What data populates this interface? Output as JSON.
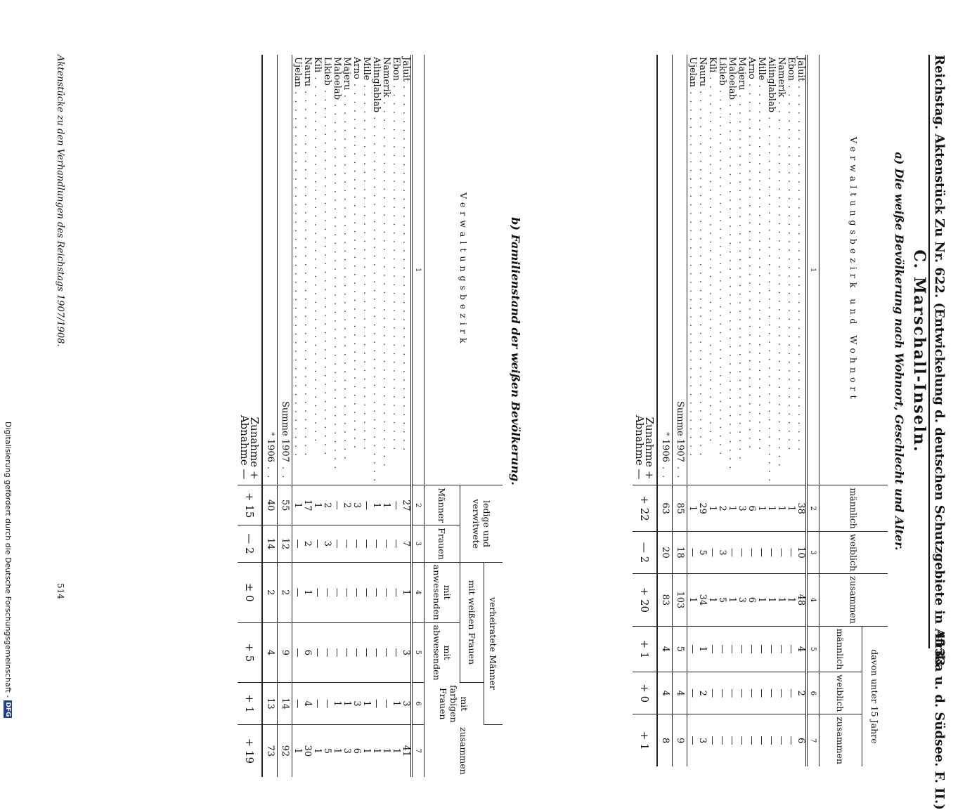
{
  "header": {
    "left": "Reichstag. Aktenstück Zu Nr. 622. (Entwickelung d. deutschen Schutzgebiete in Afrika u. d. Südsee. F. II.)",
    "page": "4133"
  },
  "title": "C. Marschall-Inseln.",
  "section_a": {
    "subtitle": "a) Die weiße Bevölkerung nach Wohnort, Geschlecht und Alter.",
    "headers": {
      "region": "Verwaltungsbezirk und Wohnort",
      "male": "männlich",
      "female": "weiblich",
      "total": "zusammen",
      "under15": "davon unter 15 Jahre",
      "u_male": "männlich",
      "u_female": "weiblich",
      "u_total": "zusammen",
      "nums": [
        "1",
        "2",
        "3",
        "4",
        "5",
        "6",
        "7"
      ]
    },
    "rows": [
      {
        "name": "Jaluit",
        "c": [
          "38",
          "10",
          "48",
          "4",
          "2",
          "6"
        ]
      },
      {
        "name": "Ebon",
        "c": [
          "1",
          "—",
          "1",
          "—",
          "—",
          "—"
        ]
      },
      {
        "name": "Namerik",
        "c": [
          "1",
          "—",
          "1",
          "—",
          "—",
          "—"
        ]
      },
      {
        "name": "Ailinglablab",
        "c": [
          "1",
          "—",
          "1",
          "—",
          "—",
          "—"
        ]
      },
      {
        "name": "Mille",
        "c": [
          "1",
          "—",
          "1",
          "—",
          "—",
          "—"
        ]
      },
      {
        "name": "Arno",
        "c": [
          "6",
          "—",
          "6",
          "—",
          "—",
          "—"
        ]
      },
      {
        "name": "Majeru",
        "c": [
          "3",
          "—",
          "3",
          "—",
          "—",
          "—"
        ]
      },
      {
        "name": "Maloelab",
        "c": [
          "1",
          "—",
          "1",
          "—",
          "—",
          "—"
        ]
      },
      {
        "name": "Likieb",
        "c": [
          "2",
          "3",
          "5",
          "—",
          "—",
          "—"
        ]
      },
      {
        "name": "Kili",
        "c": [
          "1",
          "—",
          "1",
          "—",
          "—",
          "—"
        ]
      },
      {
        "name": "Nauru",
        "c": [
          "29",
          "5",
          "34",
          "1",
          "2",
          "3"
        ]
      },
      {
        "name": "Ujelan",
        "c": [
          "1",
          "—",
          "1",
          "—",
          "—",
          "—"
        ]
      }
    ],
    "sum1907": {
      "label": "Summe 1907",
      "c": [
        "85",
        "18",
        "103",
        "5",
        "4",
        "9"
      ]
    },
    "sum1906": {
      "label": "\" 1906",
      "c": [
        "63",
        "20",
        "83",
        "4",
        "4",
        "8"
      ]
    },
    "diff": {
      "label_plus": "Zunahme +",
      "label_minus": "Abnahme —",
      "c": [
        "+ 22",
        "— 2",
        "+ 20",
        "+ 1",
        "+ 0",
        "+ 1"
      ]
    }
  },
  "section_b": {
    "subtitle": "b) Familienstand der weißen Bevölkerung.",
    "headers": {
      "region": "Verwaltungsbezirk",
      "single": "ledige und verwitwete",
      "men": "Männer",
      "women": "Frauen",
      "married": "verheiratete Männer",
      "with_white": "mit weißen Frauen",
      "present": "mit anwesenden",
      "absent": "mit abwesenden",
      "colored": "mit farbigen Frauen",
      "total": "zusammen",
      "nums": [
        "1",
        "2",
        "3",
        "4",
        "5",
        "6",
        "7"
      ]
    },
    "rows": [
      {
        "name": "Jaluit",
        "c": [
          "27",
          "7",
          "1",
          "3",
          "3",
          "41"
        ]
      },
      {
        "name": "Ebon",
        "c": [
          "—",
          "—",
          "—",
          "—",
          "1",
          "1"
        ]
      },
      {
        "name": "Namerik",
        "c": [
          "1",
          "—",
          "—",
          "—",
          "—",
          "1"
        ]
      },
      {
        "name": "Ailinglablab",
        "c": [
          "1",
          "—",
          "—",
          "—",
          "—",
          "1"
        ]
      },
      {
        "name": "Mille",
        "c": [
          "—",
          "—",
          "—",
          "—",
          "1",
          "1"
        ]
      },
      {
        "name": "Arno",
        "c": [
          "3",
          "—",
          "—",
          "—",
          "3",
          "6"
        ]
      },
      {
        "name": "Majeru",
        "c": [
          "2",
          "—",
          "—",
          "—",
          "1",
          "3"
        ]
      },
      {
        "name": "Maloelab",
        "c": [
          "—",
          "—",
          "—",
          "—",
          "1",
          "1"
        ]
      },
      {
        "name": "Likieb",
        "c": [
          "2",
          "3",
          "—",
          "—",
          "—",
          "5"
        ]
      },
      {
        "name": "Kili",
        "c": [
          "1",
          "—",
          "—",
          "—",
          "—",
          "1"
        ]
      },
      {
        "name": "Nauru",
        "c": [
          "17",
          "2",
          "1",
          "6",
          "4",
          "30"
        ]
      },
      {
        "name": "Ujelan",
        "c": [
          "1",
          "—",
          "—",
          "—",
          "—",
          "1"
        ]
      }
    ],
    "sum1907": {
      "label": "Summe 1907",
      "c": [
        "55",
        "12",
        "2",
        "9",
        "14",
        "92"
      ]
    },
    "sum1906": {
      "label": "\" 1906",
      "c": [
        "40",
        "14",
        "2",
        "4",
        "13",
        "73"
      ]
    },
    "diff": {
      "label_plus": "Zunahme +",
      "label_minus": "Abnahme —",
      "c": [
        "+ 15",
        "— 2",
        "± 0",
        "+ 5",
        "+ 1",
        "+ 19"
      ]
    }
  },
  "footer": {
    "left": "Aktenstücke zu den Verhandlungen des Reichstags 1907/1908.",
    "page": "514"
  },
  "sidebar": {
    "credit": "Digitalisierung gefördert durch die Deutsche Forschungsgemeinschaft -",
    "logo": "DFG"
  }
}
